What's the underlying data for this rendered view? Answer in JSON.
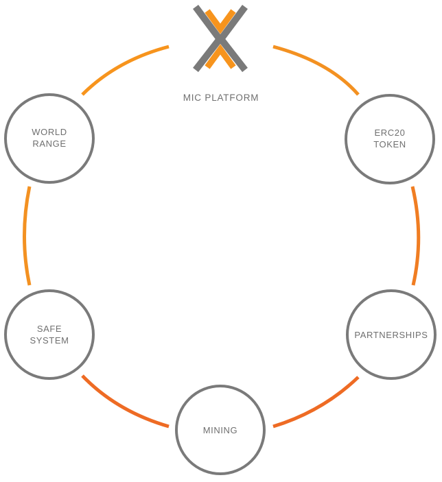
{
  "hub": {
    "label": "MIC PLATFORM",
    "logo_icon": "mic-x-logo-icon"
  },
  "nodes": {
    "world_range": {
      "line1": "WORLD",
      "line2": "RANGE"
    },
    "erc20_token": {
      "line1": "ERC20",
      "line2": "TOKEN"
    },
    "safe_system": {
      "line1": "SAFE",
      "line2": "SYSTEM"
    },
    "partnerships": {
      "label": "PARTNERSHIPS"
    },
    "mining": {
      "label": "MINING"
    }
  },
  "colors": {
    "orange_light": "#f7941d",
    "orange_dark": "#ee6b24",
    "gray": "#7a7a7a",
    "text": "#6f6f6f"
  }
}
